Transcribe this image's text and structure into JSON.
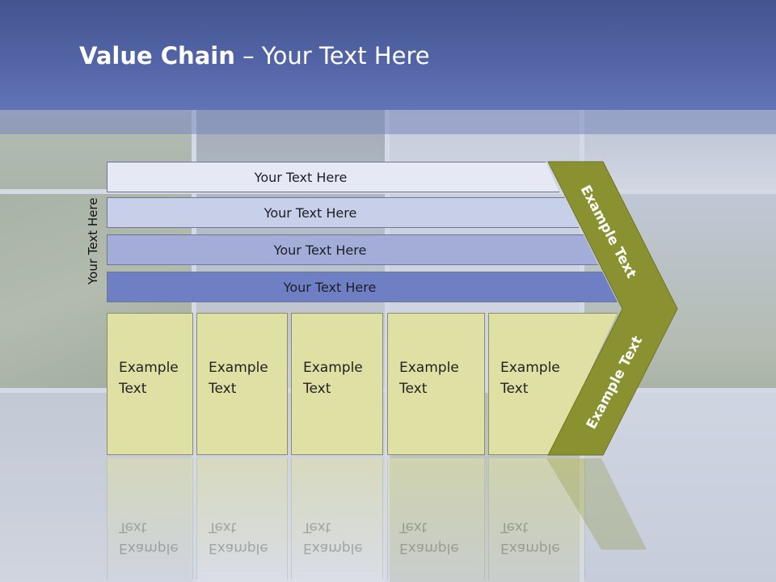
{
  "slide": {
    "title_bold": "Value Chain",
    "title_rest": " – Your Text Here"
  },
  "side_label": "Your Text Here",
  "bands": [
    {
      "label": "Your Text Here"
    },
    {
      "label": "Your Text Here"
    },
    {
      "label": "Your Text Here"
    },
    {
      "label": "Your Text Here"
    }
  ],
  "boxes": [
    {
      "line1": "Example",
      "line2": "Text"
    },
    {
      "line1": "Example",
      "line2": "Text"
    },
    {
      "line1": "Example",
      "line2": "Text"
    },
    {
      "line1": "Example",
      "line2": "Text"
    },
    {
      "line1": "Example",
      "line2": "Text"
    }
  ],
  "chevron": {
    "upper_label": "Example Text",
    "lower_label": "Example Text",
    "color": "#8a9130"
  },
  "colors": {
    "header": "#5264a6",
    "box_fill": "#dfe0a3"
  }
}
